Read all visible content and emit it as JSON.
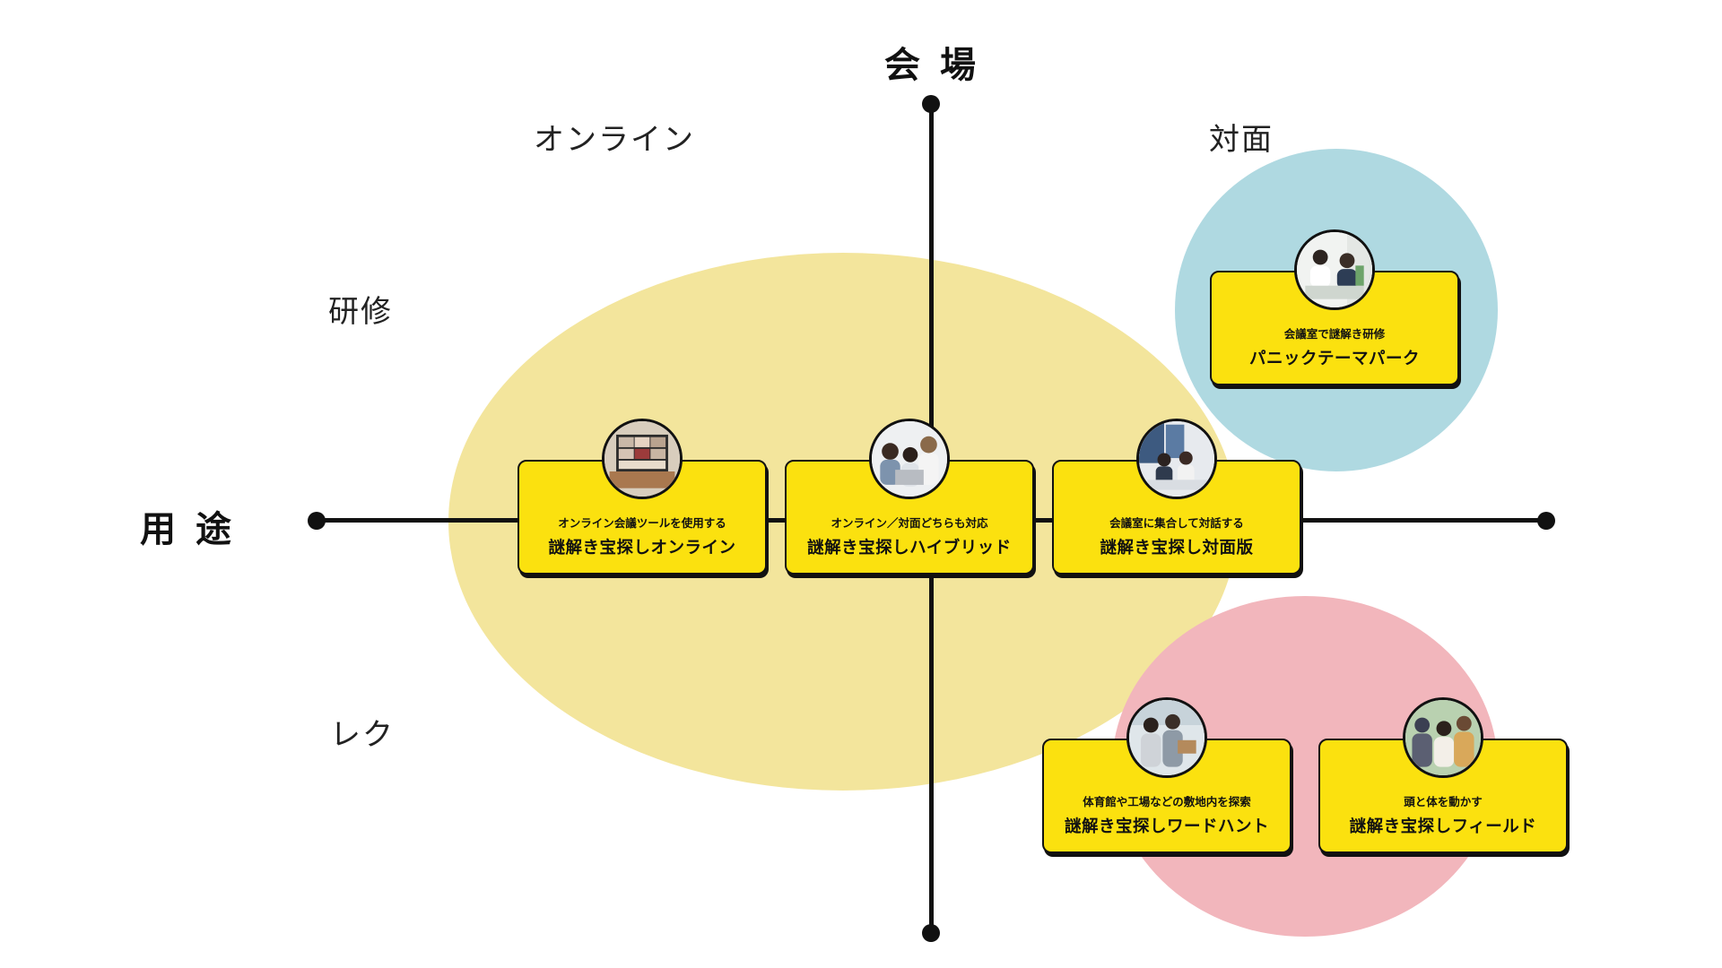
{
  "axes": {
    "vertical_title": "会場",
    "horizontal_title": "用途"
  },
  "quadrant_labels": {
    "online": "オンライン",
    "in_person": "対面",
    "training": "研修",
    "recreation": "レク"
  },
  "colors": {
    "card_fill": "#fbe10f",
    "zone_online_hybrid": "#f3e59c",
    "zone_training_in_person": "#afd9e1",
    "zone_recreation_in_person": "#f2b6bc",
    "axis": "#111111"
  },
  "cards": {
    "online": {
      "subtitle": "オンライン会議ツールを使用する",
      "name": "謎解き宝探しオンライン",
      "photo": "video-conference-photo"
    },
    "hybrid": {
      "subtitle": "オンライン／対面どちらも対応",
      "name": "謎解き宝探しハイブリッド",
      "photo": "team-with-laptop-photo"
    },
    "in_person": {
      "subtitle": "会議室に集合して対話する",
      "name": "謎解き宝探し対面版",
      "photo": "meeting-room-photo"
    },
    "panic": {
      "subtitle": "会議室で謎解き研修",
      "name": "パニックテーマパーク",
      "photo": "office-discussion-photo"
    },
    "word_hunt": {
      "subtitle": "体育館や工場などの敷地内を探索",
      "name": "謎解き宝探しワードハント",
      "photo": "group-outdoors-photo"
    },
    "field": {
      "subtitle": "頭と体を動かす",
      "name": "謎解き宝探しフィールド",
      "photo": "cheering-friends-photo"
    }
  }
}
